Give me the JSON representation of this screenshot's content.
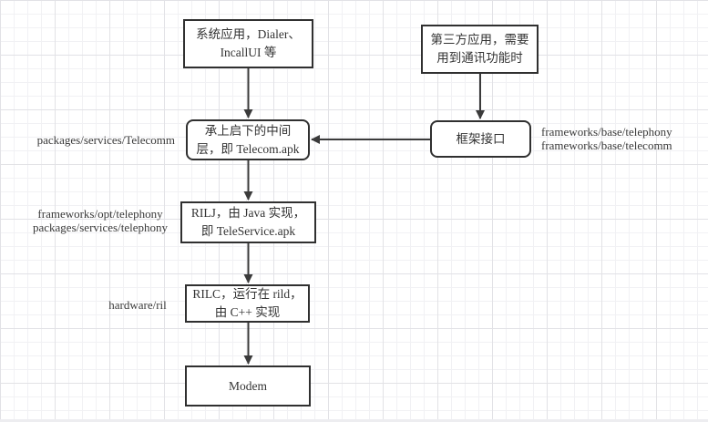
{
  "nodes": {
    "system_app": {
      "text": "系统应用，Dialer、\nIncallUI 等"
    },
    "third_party_app": {
      "text": "第三方应用，需要\n用到通讯功能时"
    },
    "telecom": {
      "text": "承上启下的中间\n层，即 Telecom.apk"
    },
    "framework_api": {
      "text": "框架接口"
    },
    "rilj": {
      "text": "RILJ，由 Java 实现，\n即 TeleService.apk"
    },
    "rilc": {
      "text": "RILC，运行在 rild，\n由 C++ 实现"
    },
    "modem": {
      "text": "Modem"
    }
  },
  "labels": {
    "telecomm_path": "packages/services/Telecomm",
    "framework_paths": "frameworks/base/telephony\nframeworks/base/telecomm",
    "rilj_paths": "frameworks/opt/telephony\npackages/services/telephony",
    "rilc_path": "hardware/ril"
  },
  "colors": {
    "background": "#ffffff",
    "node_border": "#303030",
    "connector": "#3b3b3b",
    "text": "#333333",
    "grid_minor": "#f1f1f4",
    "grid_major": "#e2e2e6"
  }
}
